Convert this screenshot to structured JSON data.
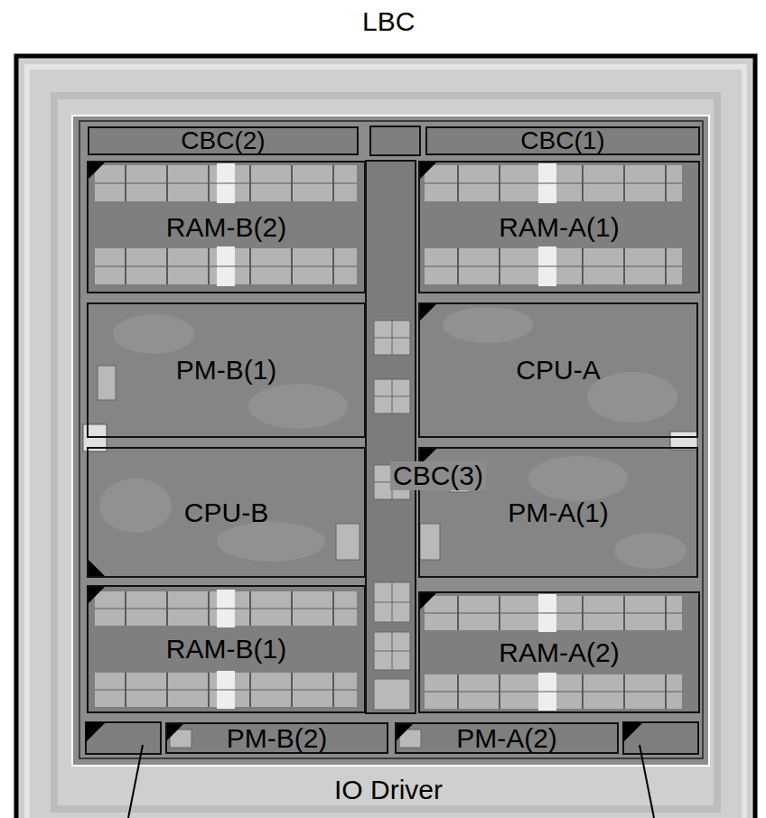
{
  "diagram": {
    "nodes": [
      {
        "text": [
          "CBC(2)"
        ]
      },
      {
        "text": [
          "CBC(1)"
        ]
      },
      {
        "text": [
          "RAM-B(2)"
        ]
      },
      {
        "text": [
          "RAM-A(1)"
        ]
      },
      {
        "text": [
          "PM-B(1)"
        ]
      },
      {
        "text": [
          "CPU-A"
        ]
      },
      {
        "text": [
          "CPU-B"
        ]
      },
      {
        "text": [
          "PM-A(1)"
        ]
      },
      {
        "text": [
          "RAM-B(1)"
        ]
      },
      {
        "text": [
          "RAM-A(2)"
        ]
      },
      {
        "text": [
          "PM-B(2)"
        ]
      },
      {
        "text": [
          "PM-A(2)"
        ]
      }
    ],
    "labels": [
      "LBC",
      "CBC(3)",
      "IO Driver"
    ]
  }
}
